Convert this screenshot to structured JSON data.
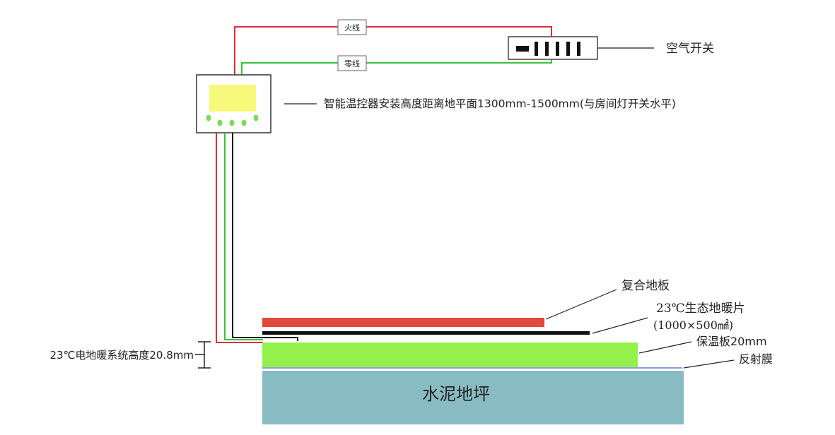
{
  "wire_labels": {
    "live": "火线",
    "neutral": "零线"
  },
  "breaker": {
    "label": "空气开关"
  },
  "thermostat": {
    "label": "智能温控器安装高度距离地平面1300mm-1500mm(与房间灯开关水平)"
  },
  "layers": {
    "composite_floor": "复合地板",
    "heating_film_line1": "23℃生态地暖片",
    "heating_film_line2": "(1000×500㎟)",
    "insulation": "保温板20mm",
    "reflective_film": "反射膜",
    "concrete": "水泥地坪"
  },
  "system_height": {
    "label": "23℃电地暖系统高度20.8mm"
  },
  "colors": {
    "live_wire": "#d9303f",
    "neutral_wire": "#38c23a",
    "signal_wire": "#111111",
    "floor": "#e0493b",
    "heating_film": "#111111",
    "insulation": "#94f04a",
    "reflective_film": "#8aa0d8",
    "concrete": "#88bcc2",
    "screen": "#f7f97a",
    "buttons": "#7ed957",
    "breaker_label": "#d43a4a"
  }
}
